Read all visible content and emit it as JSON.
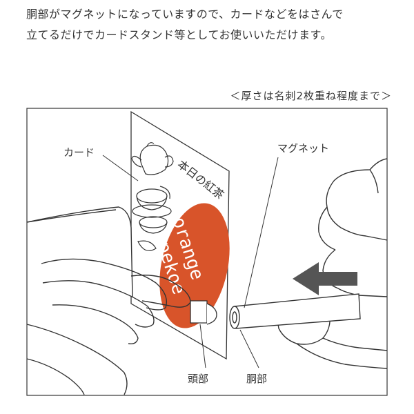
{
  "intro": {
    "line1": "胴部がマグネットになっていますので、カードなどをはさんで",
    "line2": "立てるだけでカードスタンド等としてお使いいただけます。"
  },
  "caption": "＜厚さは名刺2枚重ね程度まで＞",
  "labels": {
    "card": "カード",
    "magnet": "マグネット",
    "head": "頭部",
    "body": "胴部"
  },
  "card": {
    "script_text": "本日の紅茶",
    "orange_line1": "orange",
    "orange_line2": "pekoe",
    "orange_color": "#d8542a"
  },
  "colors": {
    "arrow": "#555555",
    "line": "#333333"
  },
  "icons": {
    "arrow": "left-arrow-icon",
    "teapot": "teapot-icon"
  }
}
